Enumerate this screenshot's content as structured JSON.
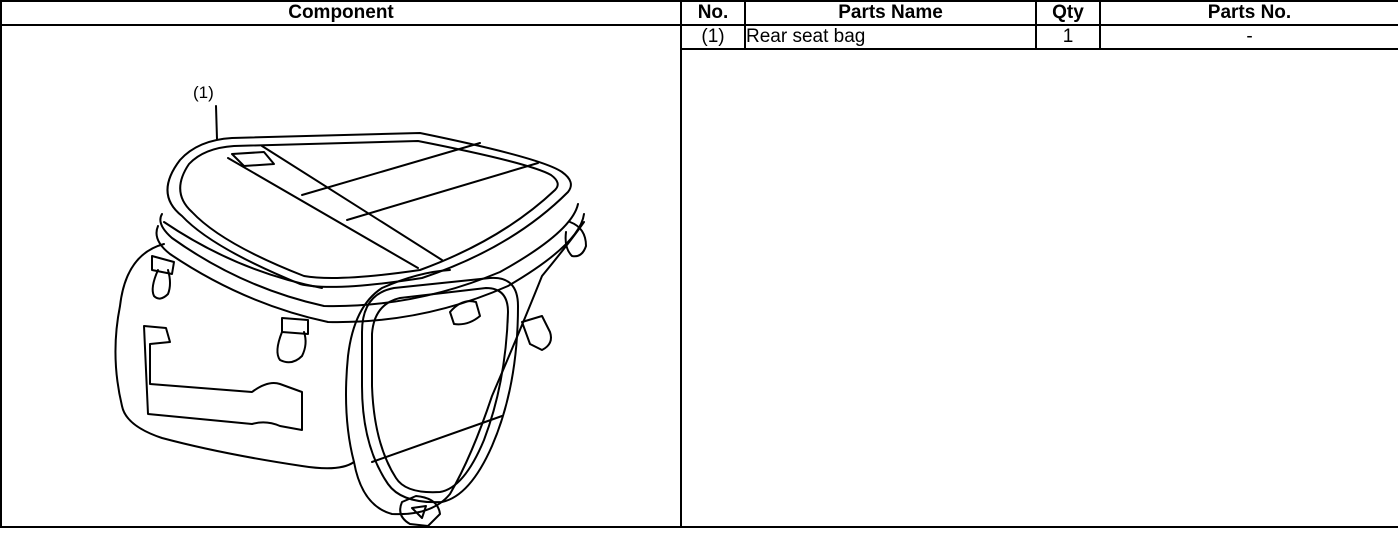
{
  "table": {
    "headers": {
      "component": "Component",
      "no": "No.",
      "parts_name": "Parts Name",
      "qty": "Qty",
      "parts_no": "Parts No."
    },
    "rows": [
      {
        "no": "(1)",
        "parts_name": "Rear seat bag",
        "qty": "1",
        "parts_no": "-"
      }
    ]
  },
  "figure": {
    "callout_label": "(1)",
    "icon": "rear-seat-bag-illustration"
  }
}
